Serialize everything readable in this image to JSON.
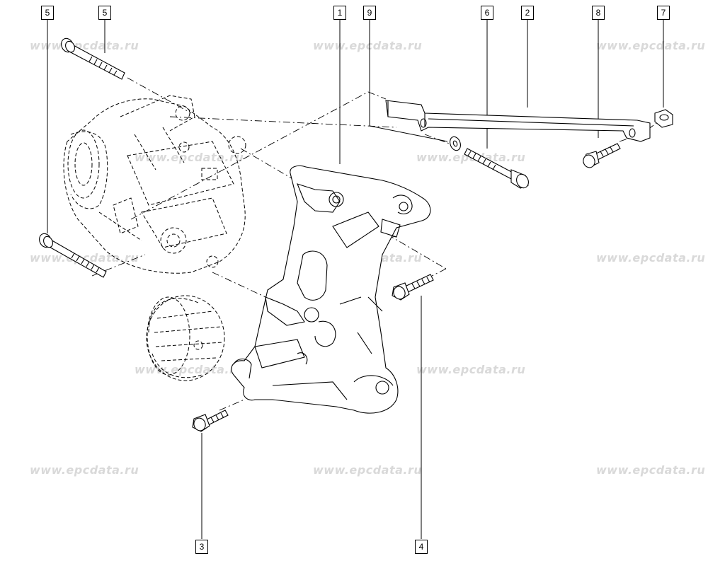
{
  "watermark": "www.epcdata.ru",
  "callouts": [
    "5",
    "5",
    "1",
    "9",
    "6",
    "2",
    "8",
    "7",
    "3",
    "4"
  ]
}
